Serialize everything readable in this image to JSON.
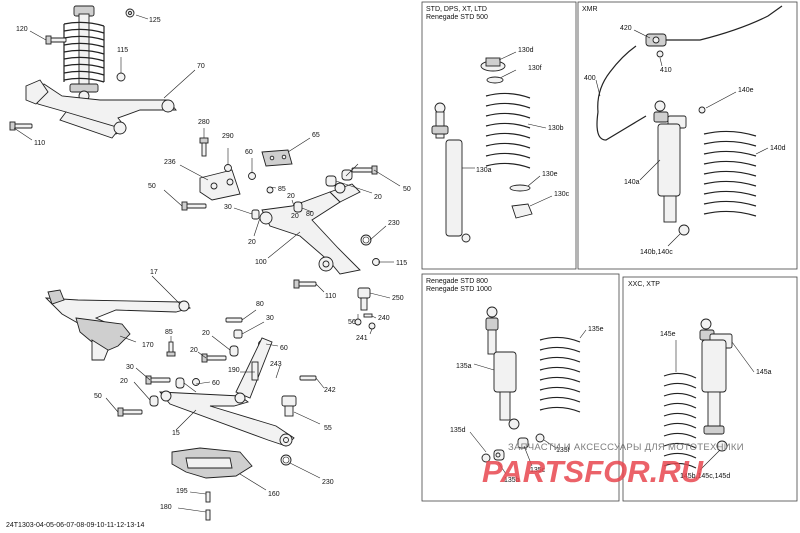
{
  "panels": {
    "std": {
      "title_line1": "STD, DPS, XT, LTD",
      "title_line2": "Renegade STD 500"
    },
    "xmr": {
      "title": "XMR"
    },
    "renegade": {
      "title_line1": "Renegade STD 800",
      "title_line2": "Renegade STD 1000"
    },
    "xxc": {
      "title": "XXC, XTP"
    }
  },
  "callouts": {
    "c125": "125",
    "c120": "120",
    "c115a": "115",
    "c70": "70",
    "c110a": "110",
    "c280": "280",
    "c290": "290",
    "c65": "65",
    "c60a": "60",
    "c236": "236",
    "c85a": "85",
    "c50a": "50",
    "c30a": "30",
    "c20a": "20",
    "c20b": "20",
    "c80a": "80",
    "c20c": "20",
    "c50b": "50",
    "c20d": "20",
    "c230a": "230",
    "c100": "100",
    "c115b": "115",
    "c110b": "110",
    "c17": "17",
    "c250": "250",
    "c56": "56",
    "c240": "240",
    "c241": "241",
    "c80b": "80",
    "c30b": "30",
    "c85b": "85",
    "c20e": "20",
    "c60b": "60",
    "c170": "170",
    "c20f": "20",
    "c30c": "30",
    "c190": "190",
    "c243": "243",
    "c20g": "20",
    "c60c": "60",
    "c50c": "50",
    "c242": "242",
    "c55": "55",
    "c15": "15",
    "c230b": "230",
    "c160": "160",
    "c195": "195",
    "c180": "180",
    "c130d": "130d",
    "c130f": "130f",
    "c130b": "130b",
    "c130a": "130a",
    "c130e": "130e",
    "c130c": "130c",
    "c420": "420",
    "c410": "410",
    "c400": "400",
    "c140e": "140e",
    "c140d": "140d",
    "c140a": "140a",
    "c140bc": "140b,140c",
    "c135e": "135e",
    "c135a": "135a",
    "c135d": "135d",
    "c135b": "135b",
    "c135c": "135c",
    "c135f": "135f",
    "c145e": "145e",
    "c145a": "145a",
    "c145bcd": "145b,145c,145d"
  },
  "watermark": {
    "line1": "ЗАПЧАСТИ И АКСЕССУАРЫ ДЛЯ МОТОТЕХНИКИ",
    "line2": "PARTSFOR.RU"
  },
  "footer": {
    "code": "24T1303-04-05-06-07-08-09-10-11-12-13-14"
  }
}
